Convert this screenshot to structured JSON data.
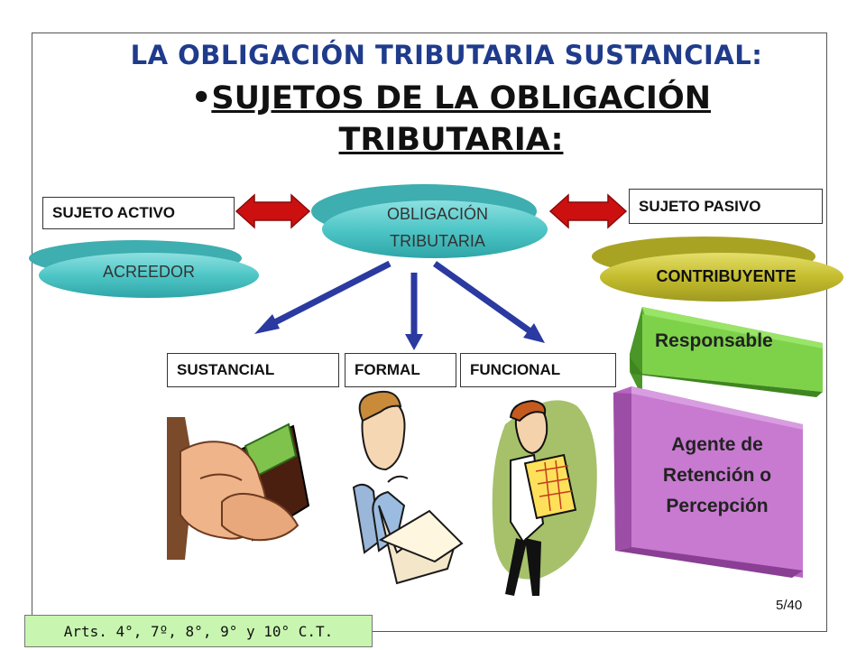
{
  "title": "LA OBLIGACIÓN TRIBUTARIA SUSTANCIAL:",
  "subtitle": {
    "bullet": "•",
    "line1": "SUJETOS DE LA OBLIGACIÓN",
    "line2": "TRIBUTARIA:"
  },
  "center": {
    "line1": "OBLIGACIÓN",
    "line2": "TRIBUTARIA"
  },
  "left": {
    "box": "SUJETO ACTIVO",
    "ellipse": "ACREEDOR"
  },
  "right": {
    "box": "SUJETO PASIVO",
    "ellipse": "CONTRIBUYENTE"
  },
  "types": [
    "SUSTANCIAL",
    "FORMAL",
    "FUNCIONAL"
  ],
  "responsable": "Responsable",
  "agente": {
    "line1": "Agente de",
    "line2": "Retención o",
    "line3": "Percepción"
  },
  "footer_note": "Arts. 4°, 7º, 8°, 9° y 10° C.T.",
  "page_number": "5/40",
  "colors": {
    "title_blue": "#1f3b8c",
    "teal": "#4fc6c6",
    "olive": "#c4bd2e",
    "arrow_red": "#cc1010",
    "arrow_blue": "#2a3aa0",
    "green3d": "#7ed24a",
    "purple3d": "#c77ad0",
    "note_green": "#c8f5b0"
  },
  "icons": [
    "wallet-clipart",
    "reading-man-clipart",
    "presenter-clipart"
  ]
}
